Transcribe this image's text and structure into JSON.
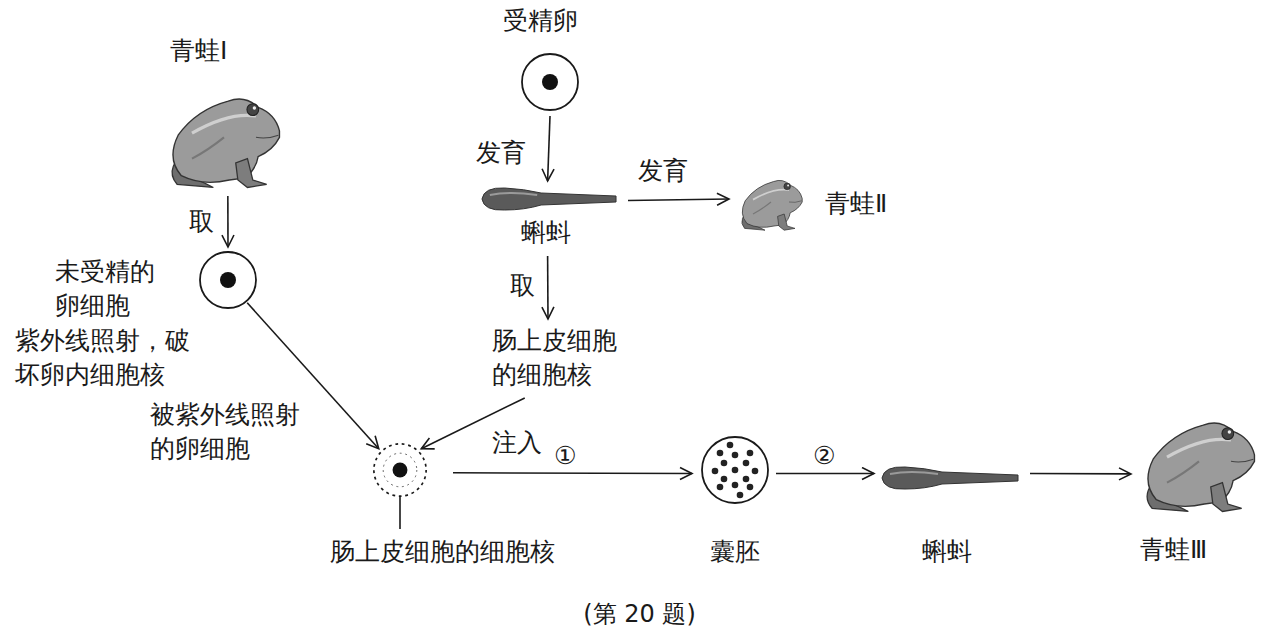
{
  "diagram": {
    "caption": "(第 20 题)",
    "nodes": [
      {
        "text": [
          "青蛙Ⅰ"
        ]
      },
      {
        "text": [
          "受精卵"
        ]
      },
      {
        "text": [
          "蝌蚪"
        ]
      },
      {
        "text": [
          "青蛙Ⅱ"
        ]
      },
      {
        "text": [
          "未受精的 卵细胞",
          "紫外线照射，破 坏卵内细胞核"
        ]
      },
      {
        "text": [
          "肠上皮细胞 的细胞核"
        ]
      },
      {
        "text": [
          "被紫外线照射 的卵细胞",
          "肠上皮细胞的细胞核"
        ]
      },
      {
        "text": [
          "囊胚"
        ]
      },
      {
        "text": [
          "蝌蚪"
        ]
      },
      {
        "text": [
          "青蛙Ⅲ"
        ]
      }
    ],
    "edges": [
      {
        "from": 0,
        "to": 4,
        "arrow": "to",
        "label": "取"
      },
      {
        "from": 1,
        "to": 2,
        "arrow": "to",
        "label": "发育"
      },
      {
        "from": 2,
        "to": 3,
        "arrow": "to",
        "label": "发育"
      },
      {
        "from": 2,
        "to": 5,
        "arrow": "to",
        "label": "取"
      },
      {
        "from": 4,
        "to": 6,
        "arrow": "to"
      },
      {
        "from": 5,
        "to": 6,
        "arrow": "to",
        "label": "注入"
      },
      {
        "from": 6,
        "to": 7,
        "arrow": "to",
        "label": "①"
      },
      {
        "from": 7,
        "to": 8,
        "arrow": "to",
        "label": "②"
      },
      {
        "from": 8,
        "to": 9,
        "arrow": "to"
      }
    ]
  }
}
